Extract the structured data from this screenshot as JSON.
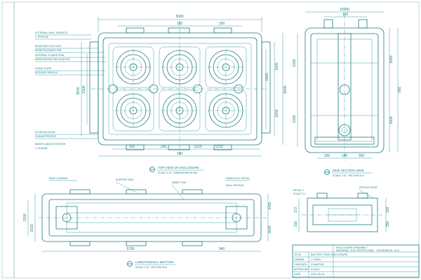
{
  "top_view": {
    "dims_top": [
      "5000",
      "150",
      "150"
    ],
    "dims_left": [
      "3540",
      "1500"
    ],
    "dims_right": [
      "3000",
      "3000",
      "8000",
      "1500"
    ],
    "dims_bottom": [
      "230",
      "230",
      "1210",
      "1210"
    ],
    "dim_overall_bottom": "100",
    "title": "TOP VIEW OF ENCLOSURE",
    "subtitle": "SCALE 1:10 · DIMENSIONS IN MM"
  },
  "top_view_notes": [
    "EXTERNAL WALL SURFACE",
    "1. PROFILE",
    "MOUNTING HOLE Ø10",
    "REINFORCEMENT RIB",
    "INTERNAL FLANGE SEAL",
    "REINFORCING RIB COUPLER",
    "FIXING PLATE",
    "INTERIOR PROFILE",
    "EXTERIOR EDGE",
    "FLANGE PROFILE"
  ],
  "bottom_notes": [
    "BASE FLANGE EXTERIOR",
    "2. FLANGE"
  ],
  "side_view": {
    "dims_top": [
      "15000",
      "160"
    ],
    "dims_right": [
      "3000",
      "3000",
      "850"
    ],
    "dims_left": [
      "1000",
      "1000"
    ],
    "dims_bottom": [
      "100",
      "140",
      "300"
    ],
    "title": "SIDE SECTION VIEW",
    "subtitle": "SCALE 1:10 · SECTION A-A"
  },
  "section_view": {
    "notes": [
      "BASE CHANNEL",
      "SUPPORT RAIL",
      "INNER TRAY",
      "DRAIN SLOT DETAIL",
      "SEAL GROOVE"
    ],
    "dims_left": [
      "2150",
      "2150"
    ],
    "dims_right": [
      "2415",
      "2600"
    ],
    "dims_bottom": [
      "5700",
      "540"
    ],
    "title": "LONGITUDINAL SECTION",
    "subtitle": "SCALE 1:10 · SECTION B-B"
  },
  "detail_view": {
    "notes": [
      "DETAIL C",
      "SCALE 2:1",
      "PROFILE EDGE"
    ],
    "dims": [
      "172",
      "310",
      "100",
      "250"
    ]
  },
  "title_block": {
    "header": [
      "ENCLOSURE ASSEMBLY",
      "MATERIAL: POLYPROPYLENE · TOLERANCE: ±0.5"
    ],
    "rows": [
      [
        "TITLE",
        "BATTERY TRAY ENCLOSURE"
      ],
      [
        "DRAWN",
        "J.CHEN"
      ],
      [
        "CHECKED",
        "R.MARTIN"
      ],
      [
        "APPROVED",
        "S.HOLT"
      ],
      [
        "DATE",
        "2023-05-14"
      ]
    ]
  }
}
